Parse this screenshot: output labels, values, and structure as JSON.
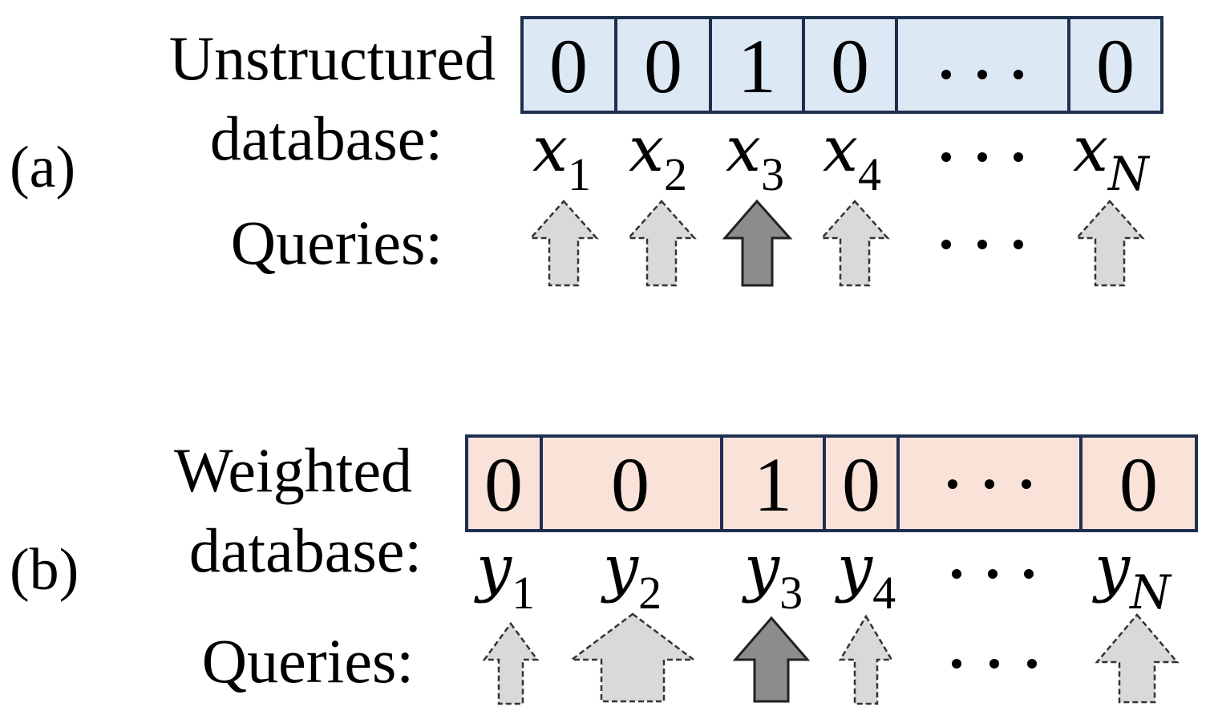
{
  "panel_a": {
    "tag": "(a)",
    "label_line1": "Unstructured",
    "label_line2": "database:",
    "queries_label": "Queries:",
    "cells": [
      "0",
      "0",
      "1",
      "0",
      "…",
      "0"
    ],
    "variables": [
      {
        "base": "x",
        "sub": "1"
      },
      {
        "base": "x",
        "sub": "2"
      },
      {
        "base": "x",
        "sub": "3"
      },
      {
        "base": "x",
        "sub": "4"
      },
      {
        "base": "…",
        "sub": ""
      },
      {
        "base": "x",
        "sub": "N"
      }
    ],
    "queries": [
      "light",
      "light",
      "dark",
      "light",
      "ellipsis",
      "light"
    ]
  },
  "panel_b": {
    "tag": "(b)",
    "label_line1": "Weighted",
    "label_line2": "database:",
    "queries_label": "Queries:",
    "cells": [
      "0",
      "0",
      "1",
      "0",
      "…",
      "0"
    ],
    "variables": [
      {
        "base": "y",
        "sub": "1"
      },
      {
        "base": "y",
        "sub": "2"
      },
      {
        "base": "y",
        "sub": "3"
      },
      {
        "base": "y",
        "sub": "4"
      },
      {
        "base": "…",
        "sub": ""
      },
      {
        "base": "y",
        "sub": "N"
      }
    ],
    "queries": [
      "light",
      "light",
      "dark",
      "light",
      "ellipsis",
      "light"
    ]
  },
  "colors": {
    "cell_fill_a": "#dde8f5",
    "cell_fill_b": "#f9e3d8",
    "cell_border": "#1f2f4f",
    "query_light": "#d9d9d9",
    "query_dark": "#8c8c8c"
  }
}
